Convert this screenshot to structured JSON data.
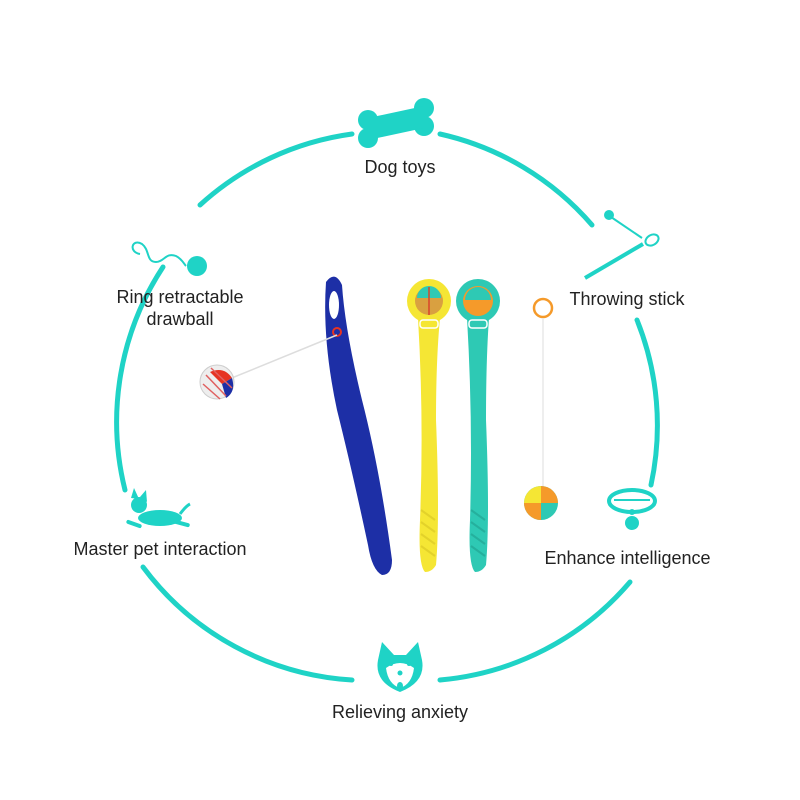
{
  "features": {
    "dog_toys": {
      "label": "Dog toys",
      "icon": "bone-icon"
    },
    "throwing_stick": {
      "label": "Throwing stick",
      "icon": "throwing-stick-icon"
    },
    "ring_drawball": {
      "line1": "Ring retractable",
      "line2": "drawball",
      "icon": "ring-drawball-icon"
    },
    "pet_interaction": {
      "label": "Master pet interaction",
      "icon": "running-dog-icon"
    },
    "intelligence": {
      "label": "Enhance intelligence",
      "icon": "collar-icon"
    },
    "anxiety": {
      "label": "Relieving anxiety",
      "icon": "dog-face-icon"
    }
  },
  "colors": {
    "accent": "#1fd3c6",
    "navy": "#1d2fa6",
    "yellow": "#f5e634",
    "teal": "#2ec9b4",
    "orange": "#f59a2a",
    "text": "#222222"
  }
}
